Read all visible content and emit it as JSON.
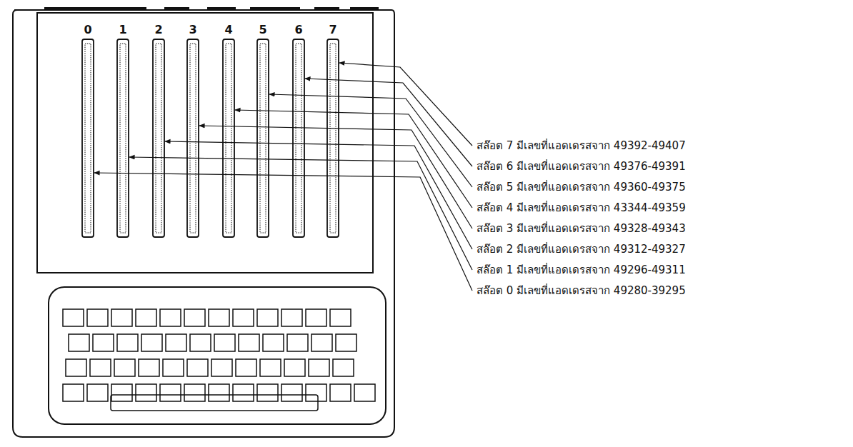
{
  "diagram": {
    "labels": [
      "0",
      "1",
      "2",
      "3",
      "4",
      "5",
      "6",
      "7",
      "สล๊อต 7 มีเลขที่แอดเดรสจาก 49392-49407",
      "สล๊อต 6 มีเลขที่แอดเดรสจาก 49376-49391",
      "สล๊อต 5 มีเลขที่แอดเดรสจาก 49360-49375",
      "สล๊อต 4 มีเลขที่แอดเดรสจาก 43344-49359",
      "สล๊อต 3 มีเลขที่แอดเดรสจาก 49328-49343",
      "สล๊อต 2 มีเลขที่แอดเดรสจาก 49312-49327",
      "สล๊อต 1 มีเลขที่แอดเดรสจาก 49296-49311",
      "สล๊อต 0 มีเลขที่แอดเดรสจาก 49280-39295"
    ]
  }
}
